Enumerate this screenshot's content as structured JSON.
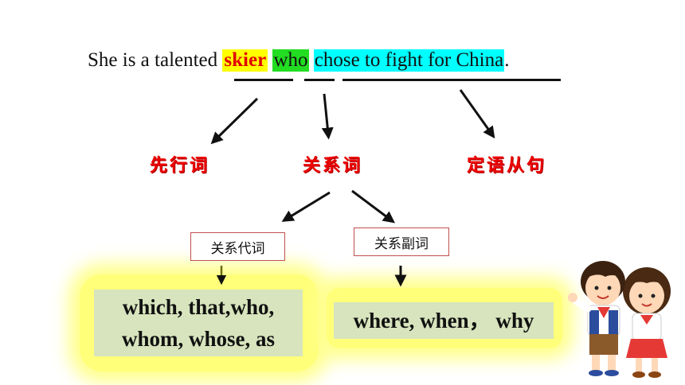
{
  "sentence": {
    "part1": "She is a talented ",
    "antecedent": "skier",
    "space1": " ",
    "relative": "who",
    "space2": " ",
    "clause": "chose to fight for China",
    "end": "."
  },
  "labels": {
    "antecedent_cn": "先行词",
    "relative_cn": "关系词",
    "clause_cn": "定语从句"
  },
  "boxes": {
    "pronoun": "关系代词",
    "adverb": "关系副词"
  },
  "words": {
    "pronoun_line1": "which, that,who,",
    "pronoun_line2": "whom, whose, as",
    "adverb_line": "where, when， why"
  },
  "colors": {
    "highlight_antecedent": "#ffff00",
    "highlight_relative": "#22dd22",
    "highlight_clause": "#00ffff",
    "label_red": "#ee0000",
    "box_border": "#c0504d",
    "word_box_bg": "#d7e4bd",
    "glow": "#ffff7a"
  },
  "icons": [
    "children-cartoon-illustration",
    "arrow-icon"
  ]
}
